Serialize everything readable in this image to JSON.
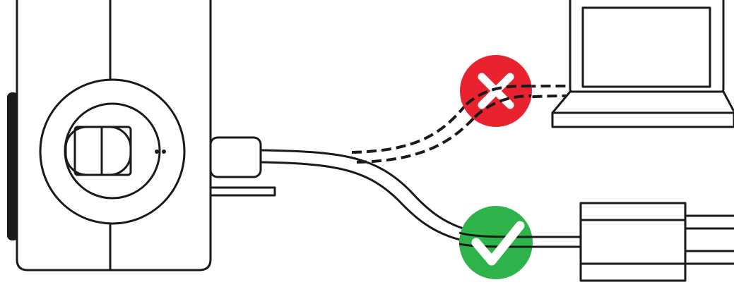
{
  "diagram": {
    "description_free": true,
    "colors": {
      "line": "#1a1a1a",
      "background": "#ffffff",
      "prohibited": "#e8222e",
      "allowed": "#2db34a",
      "mark": "#ffffff"
    },
    "icons": {
      "device": "camera-icon",
      "laptop": "laptop-icon",
      "wall_adapter": "power-adapter-icon",
      "cross": "cross-icon",
      "check": "check-icon"
    },
    "connections": [
      {
        "target": "laptop",
        "status": "not-allowed",
        "style": "dashed"
      },
      {
        "target": "wall_adapter",
        "status": "allowed",
        "style": "solid"
      }
    ]
  }
}
